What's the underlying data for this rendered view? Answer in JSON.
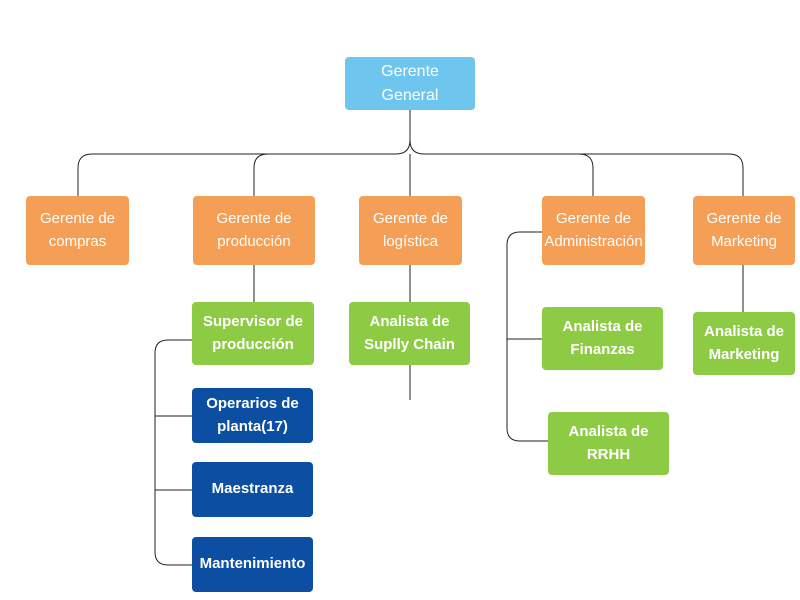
{
  "diagram": {
    "colors": {
      "top": "#6ec6ef",
      "manager": "#f59e55",
      "analyst": "#8ecb45",
      "operations": "#0b4ea2",
      "line": "#222222"
    },
    "nodes": {
      "general": "Gerente General",
      "compras": "Gerente de\ncompras",
      "produccion": "Gerente de\nproducción",
      "logistica": "Gerente de\nlogística",
      "administracion": "Gerente de\nAdministración",
      "marketing": "Gerente de\nMarketing",
      "supervisor": "Supervisor de\nproducción",
      "operarios": "Operarios de\nplanta(17)",
      "maestranza": "Maestranza",
      "mantenimiento": "Mantenimiento",
      "supply_chain": "Analista de\nSuplly Chain",
      "finanzas": "Analista de\nFinanzas",
      "rrhh": "Analista de\nRRHH",
      "analista_marketing": "Analista de\nMarketing"
    }
  }
}
